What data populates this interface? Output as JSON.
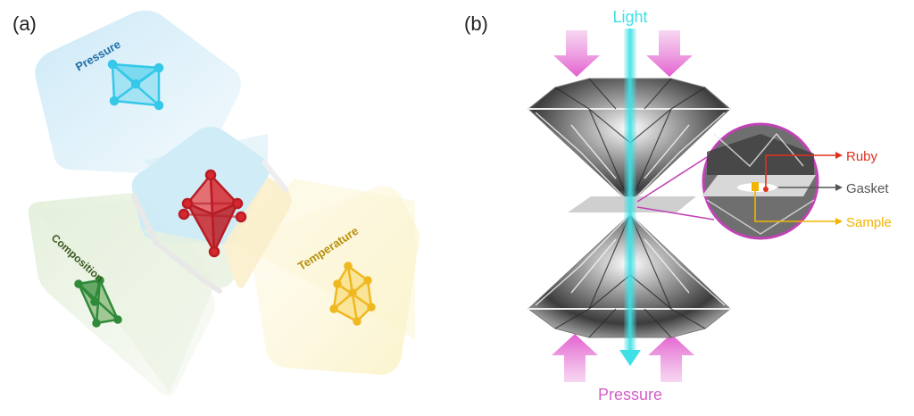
{
  "panel_a": {
    "label": "(a)",
    "faces": {
      "pressure": "Pressure",
      "composition": "Composition",
      "temperature": "Temperature"
    }
  },
  "panel_b": {
    "label": "(b)",
    "top_label": "Light",
    "bottom_label": "Pressure",
    "callouts": [
      "Ruby",
      "Gasket",
      "Sample"
    ]
  },
  "colors": {
    "pressure_face": "#c9e8f7",
    "pressure_text": "#1f6fa8",
    "pressure_octa": "#35c8e8",
    "composition_face": "#e3efd9",
    "composition_text": "#3d5a25",
    "composition_octa": "#2f8a3a",
    "temperature_face": "#fbf3c9",
    "temperature_text": "#b8900d",
    "temperature_octa": "#f0b820",
    "center_octa": "#d8282f",
    "light_beam": "#3fe0e6",
    "pressure_arrow": "#e889d9",
    "ruby": "#e0301e",
    "gasket": "#555555",
    "sample": "#f2b400",
    "lens_ring": "#c043b6"
  }
}
